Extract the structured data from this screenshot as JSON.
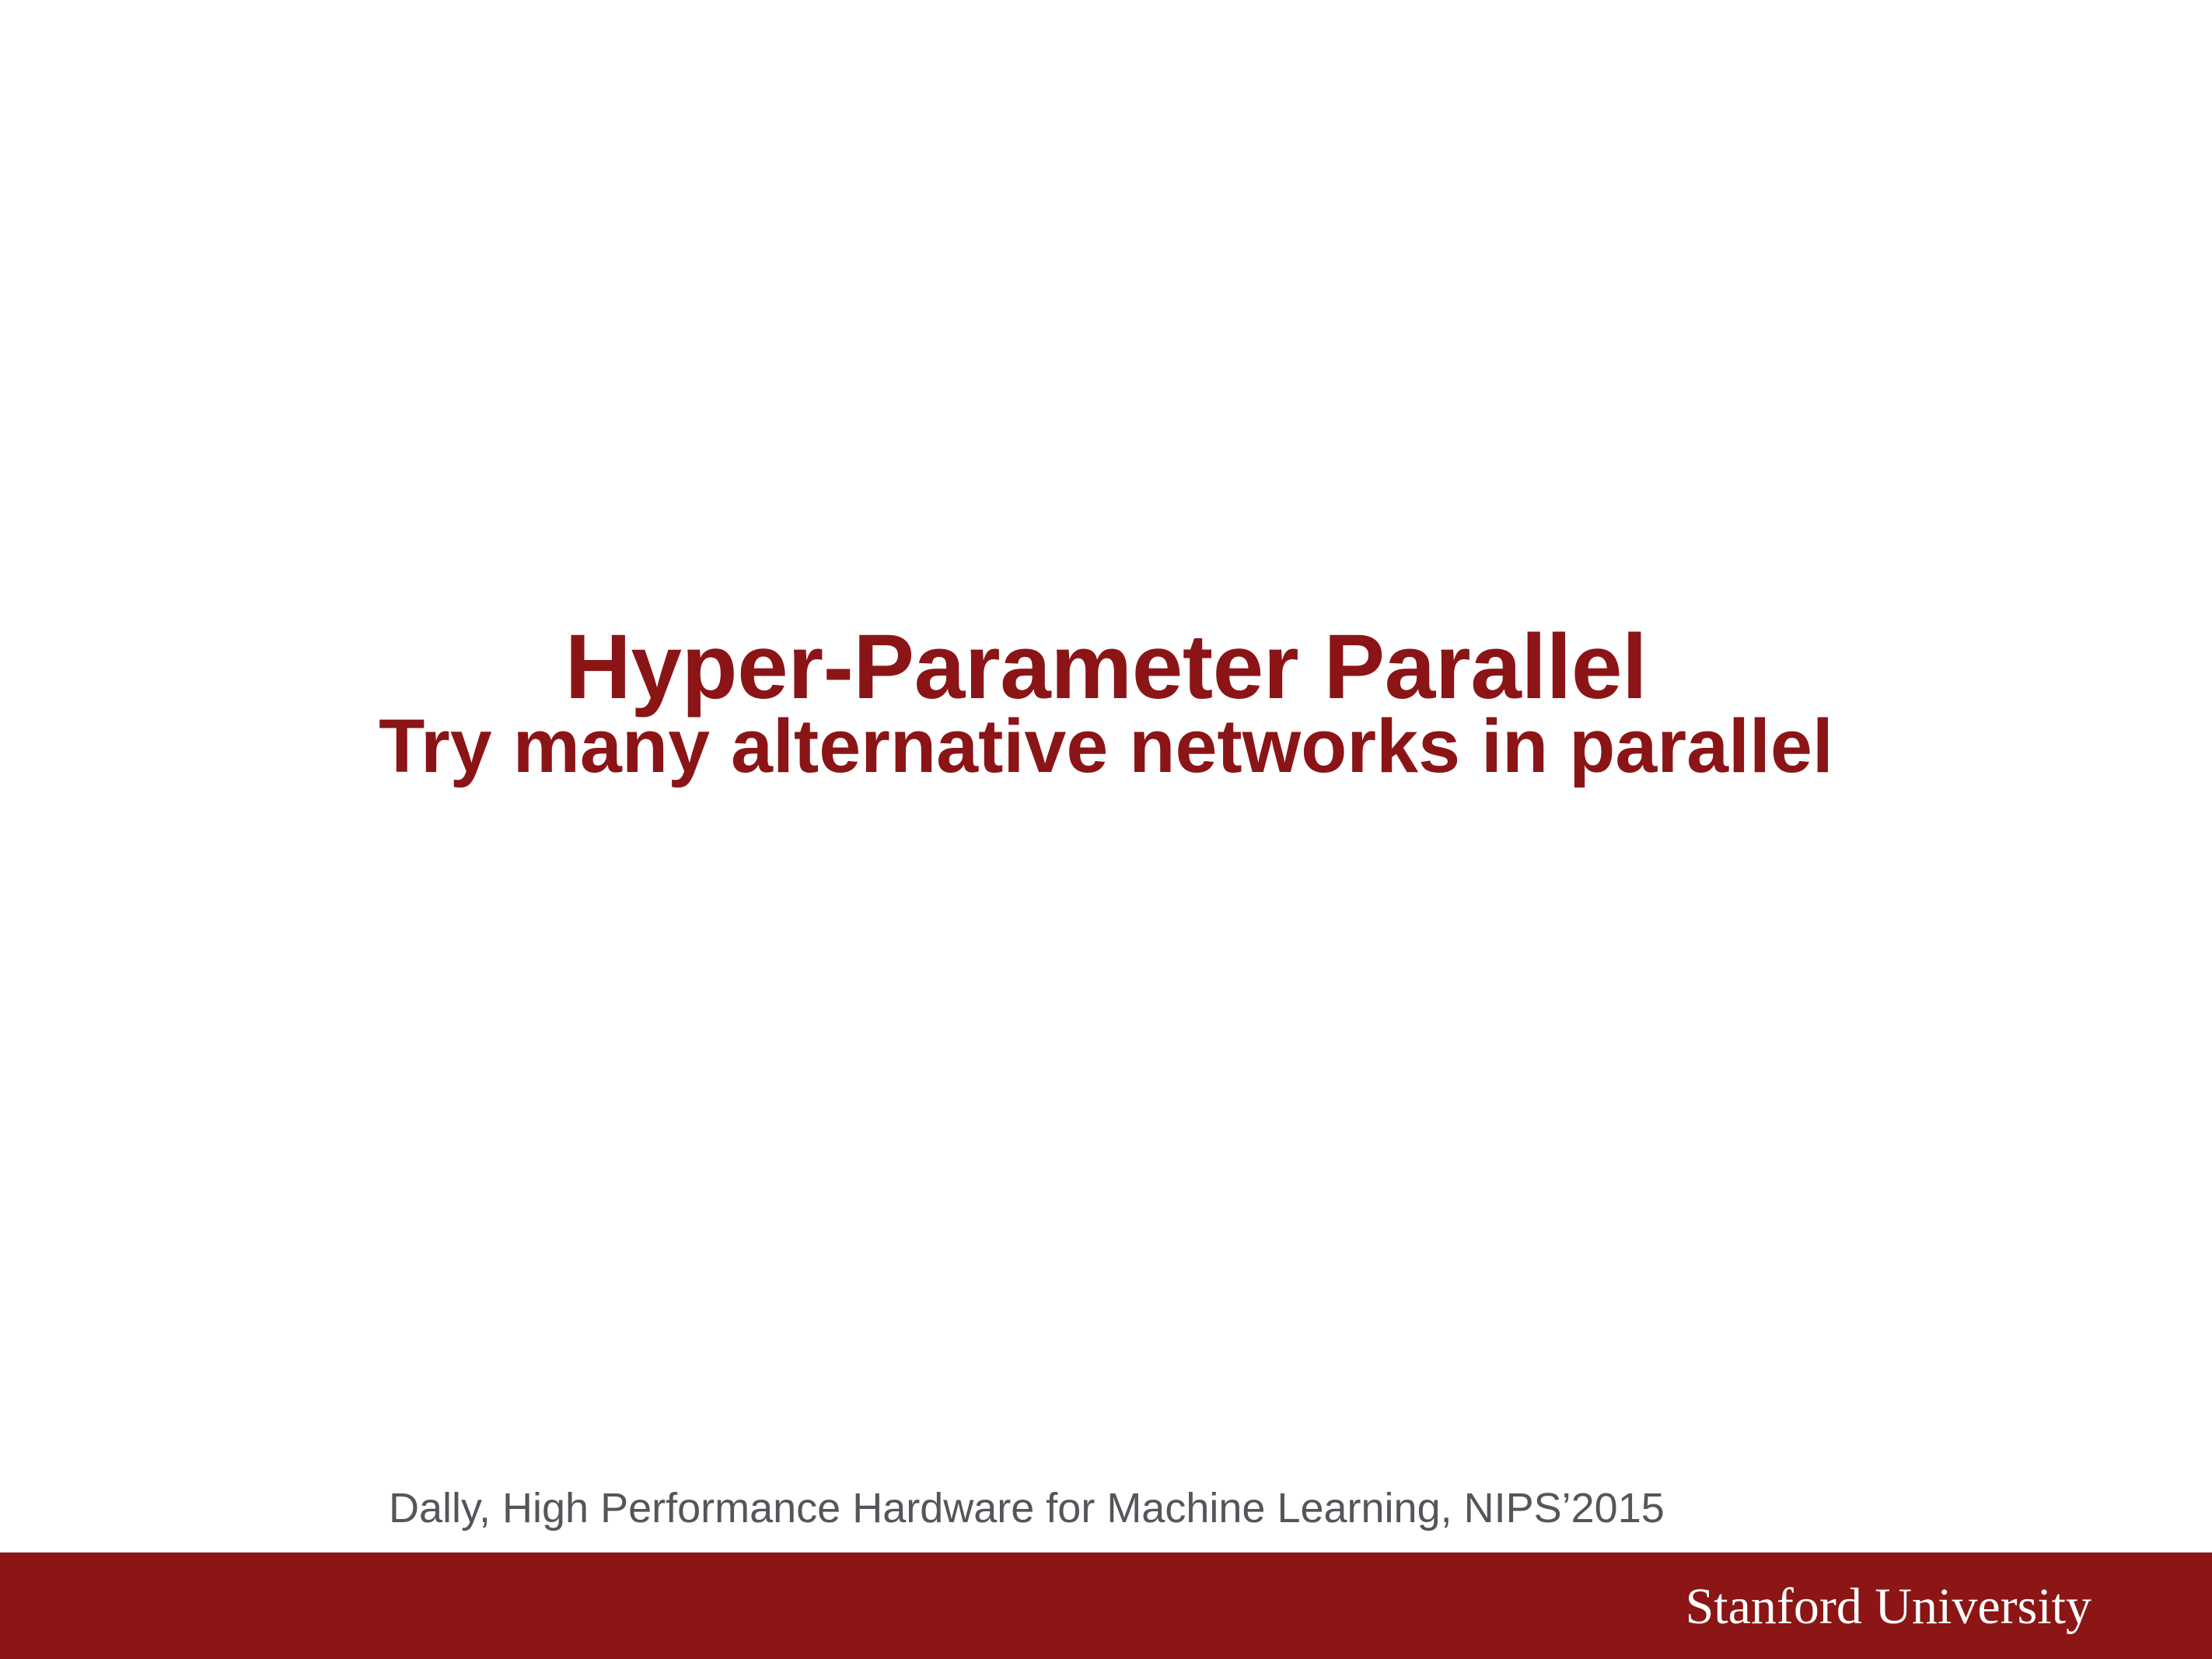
{
  "slide": {
    "title": "Hyper-Parameter Parallel",
    "subtitle": "Try many alternative networks in parallel",
    "citation": "Dally, High Performance Hardware for Machine Learning, NIPS’2015"
  },
  "footer": {
    "logo_text": "Stanford University"
  },
  "colors": {
    "title": "#8b1417",
    "citation": "#53565a",
    "footer_bar": "#8c1515",
    "background": "#ffffff"
  }
}
